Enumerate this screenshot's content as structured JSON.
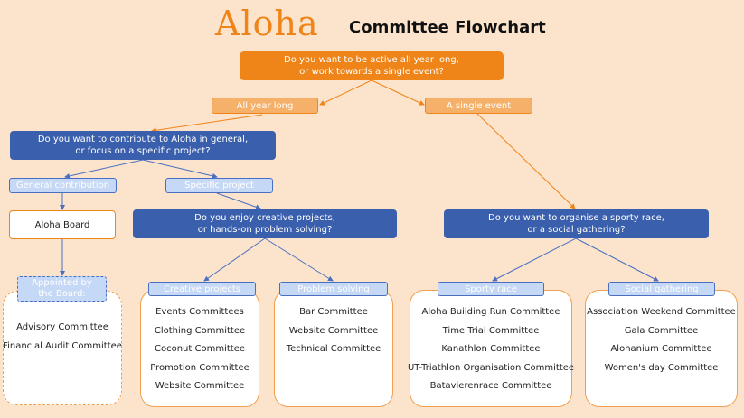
{
  "logo": "Aloha",
  "title": "Committee Flowchart",
  "q1": [
    "Do you want to be active all year long,",
    "or work towards a single event?"
  ],
  "all_year": "All year long",
  "single_event": "A single event",
  "q2": [
    "Do you want to contribute to Aloha in general,",
    "or focus on a specific project?"
  ],
  "general": "General contribution",
  "specific": "Specific project",
  "board": "Aloha Board",
  "q3": [
    "Do you enjoy creative projects,",
    "or hands-on problem solving?"
  ],
  "q4": [
    "Do you want to organise a sporty race,",
    "or a social gathering?"
  ],
  "appointed": [
    "Appointed by",
    "the Board:"
  ],
  "appointed_list": [
    "Advisory Committee",
    "Financial Audit Committee"
  ],
  "creative": {
    "label": "Creative projects",
    "items": [
      "Events Committees",
      "Clothing Committee",
      "Coconut Committee",
      "Promotion Committee",
      "Website Committee"
    ]
  },
  "problem": {
    "label": "Problem solving",
    "items": [
      "Bar Committee",
      "Website Committee",
      "Technical Committee"
    ]
  },
  "sporty": {
    "label": "Sporty race",
    "items": [
      "Aloha Building Run Committee",
      "Time Trial Committee",
      "Kanathlon Committee",
      "UT-Triathlon Organisation Committee",
      "Batavierenrace Committee"
    ]
  },
  "social": {
    "label": "Social gathering",
    "items": [
      "Association Weekend Committee",
      "Gala Committee",
      "Alohanium Committee",
      "Women's day Committee"
    ]
  }
}
